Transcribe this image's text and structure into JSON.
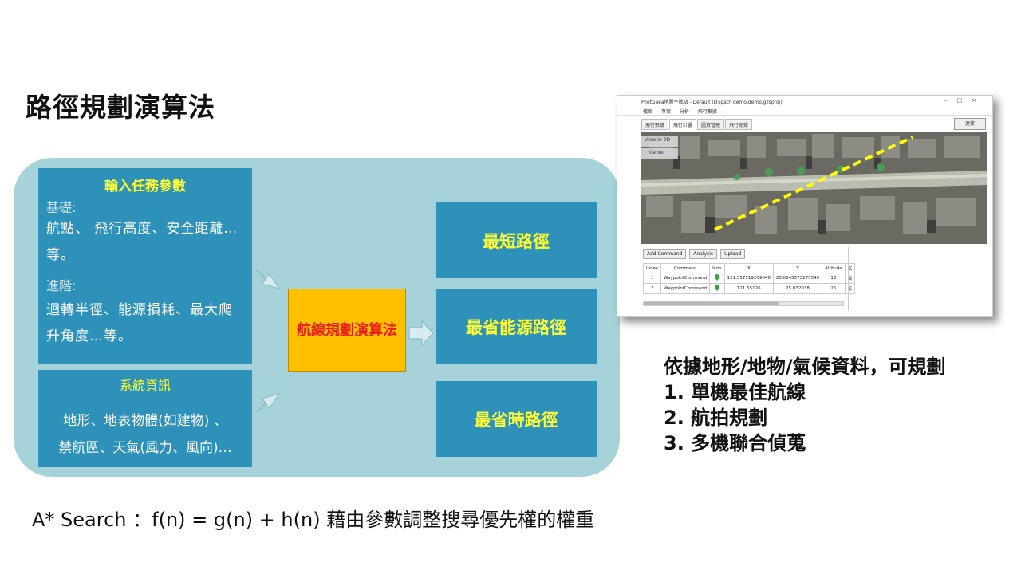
{
  "slide": {
    "title": "路徑規劃演算法"
  },
  "input_box": {
    "heading": "輸入任務參數",
    "basic_label": "基礎:",
    "basic_text": "航點、 飛行高度、安全距離…等。",
    "advanced_label": "進階:",
    "advanced_text": "迴轉半徑、能源損耗、最大爬升角度…等。"
  },
  "system_box": {
    "heading": "系統資訊",
    "line1": "地形、地表物體(如建物) 、",
    "line2": "禁航區、天氣(風力、風向)…"
  },
  "algorithm_box": {
    "label": "航線規劃演算法"
  },
  "outputs": [
    "最短路徑",
    "最省能源路徑",
    "最省時路徑"
  ],
  "screenshot": {
    "window_title": "PilotGaea地圖空戰站 - Default (D:\\path demo\\demo.gzsproj)",
    "menu": [
      "檔案",
      "專案",
      "分析",
      "飛行數據"
    ],
    "tabs": [
      "飛行數據",
      "飛行計畫",
      "圖資管理",
      "飛行紀錄"
    ],
    "login_button": "連接",
    "map_buttons": [
      "View in 2D",
      "Center"
    ],
    "action_buttons": [
      "Add Command",
      "Analysis",
      "Upload"
    ],
    "table_headers": [
      "Index",
      "Command",
      "Icon",
      "X",
      "Y",
      "Altitude",
      "高"
    ],
    "table_rows": [
      [
        "1",
        "WaypointCommand",
        "",
        "121.557519209648",
        "25.0345573275549",
        "10",
        "高"
      ],
      [
        "2",
        "WaypointCommand",
        "",
        "121.55126",
        "25.032038",
        "25",
        "高"
      ]
    ]
  },
  "notes": {
    "heading": "依據地形/地物/氣候資料，可規劃",
    "items": [
      "1.  單機最佳航線",
      "2.  航拍規劃",
      "3.  多機聯合偵蒐"
    ]
  },
  "formula": "A* Search ：f(n) = g(n) + h(n) 藉由參數調整搜尋優先權的權重",
  "colors": {
    "panel": "#a6d3da",
    "box": "#2e91b9",
    "heading_text": "#ffff33",
    "algorithm_fill": "#ffc000",
    "algorithm_text": "#e8201a",
    "path": "#ffff00"
  }
}
